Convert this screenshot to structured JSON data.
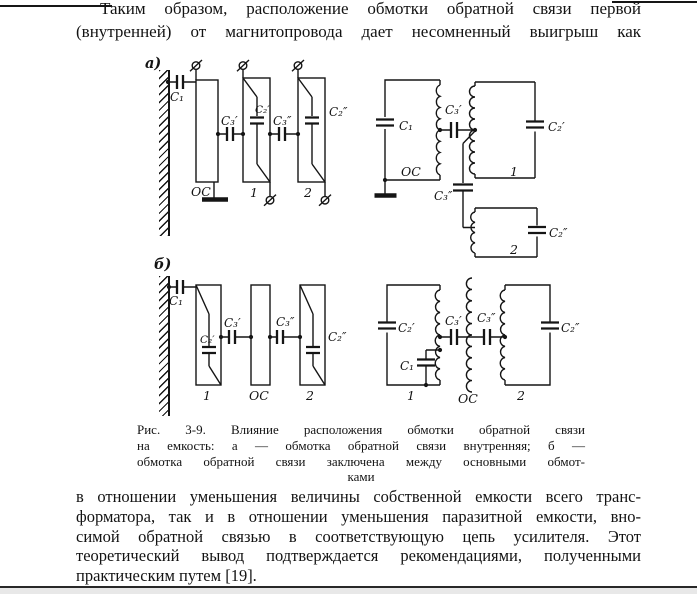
{
  "document": {
    "top_paragraph": {
      "line1": "Таким образом, расположение обмотки обратной связи первой",
      "line2": "(внутренней) от магнитопровода дает несомненный выигрыш как"
    },
    "figure": {
      "part_a_label": "а)",
      "part_b_label": "б)",
      "labels": {
        "c1": "C₁",
        "c2p": "C₂′",
        "c2pp": "C₂″",
        "c3p": "C₃′",
        "c3pp": "C₃″",
        "oc": "ОС",
        "w1": "1",
        "w2": "2"
      },
      "caption": {
        "line1": "Рис. 3-9. Влияние расположения обмотки обратной связи",
        "line2": "на емкость: а — обмотка обратной связи внутренняя; б —",
        "line3": "обмотка обратной связи заключена между основными обмот-",
        "line4": "ками"
      }
    },
    "bottom_paragraph": {
      "line1": "в отношении уменьшения величины собственной емкости всего транс-",
      "line2": "форматора, так и в отношении уменьшения паразитной емкости, вно-",
      "line3": "симой обратной связью в соответствующую цепь усилителя. Этот",
      "line4": "теоретический вывод подтверждается рекомендациями, полученными",
      "line5": "практическим путем [19]."
    },
    "colors": {
      "ink": "#151515",
      "page_bg": "#ffffff",
      "bottom_strip": "#e8e8e8"
    }
  }
}
